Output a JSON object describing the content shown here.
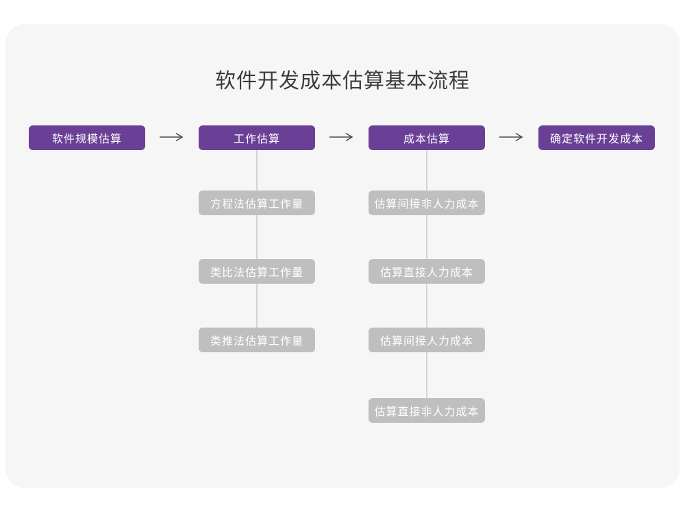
{
  "title": "软件开发成本估算基本流程",
  "colors": {
    "page_bg": "#ffffff",
    "card_bg": "#f6f6f6",
    "primary": "#6a4097",
    "secondary_box": "#bfbfbf",
    "box_text": "#ffffff",
    "title_text": "#3c3c3c",
    "arrow": "#4a4a4a",
    "connector": "#d4d4d4"
  },
  "main_steps": [
    "软件规模估算",
    "工作估算",
    "成本估算",
    "确定软件开发成本"
  ],
  "sub_steps": {
    "work_estimation": [
      "方程法估算工作量",
      "类比法估算工作量",
      "类推法估算工作量"
    ],
    "cost_estimation": [
      "估算间接非人力成本",
      "估算直接人力成本",
      "估算间接人力成本",
      "估算直接非人力成本"
    ]
  }
}
